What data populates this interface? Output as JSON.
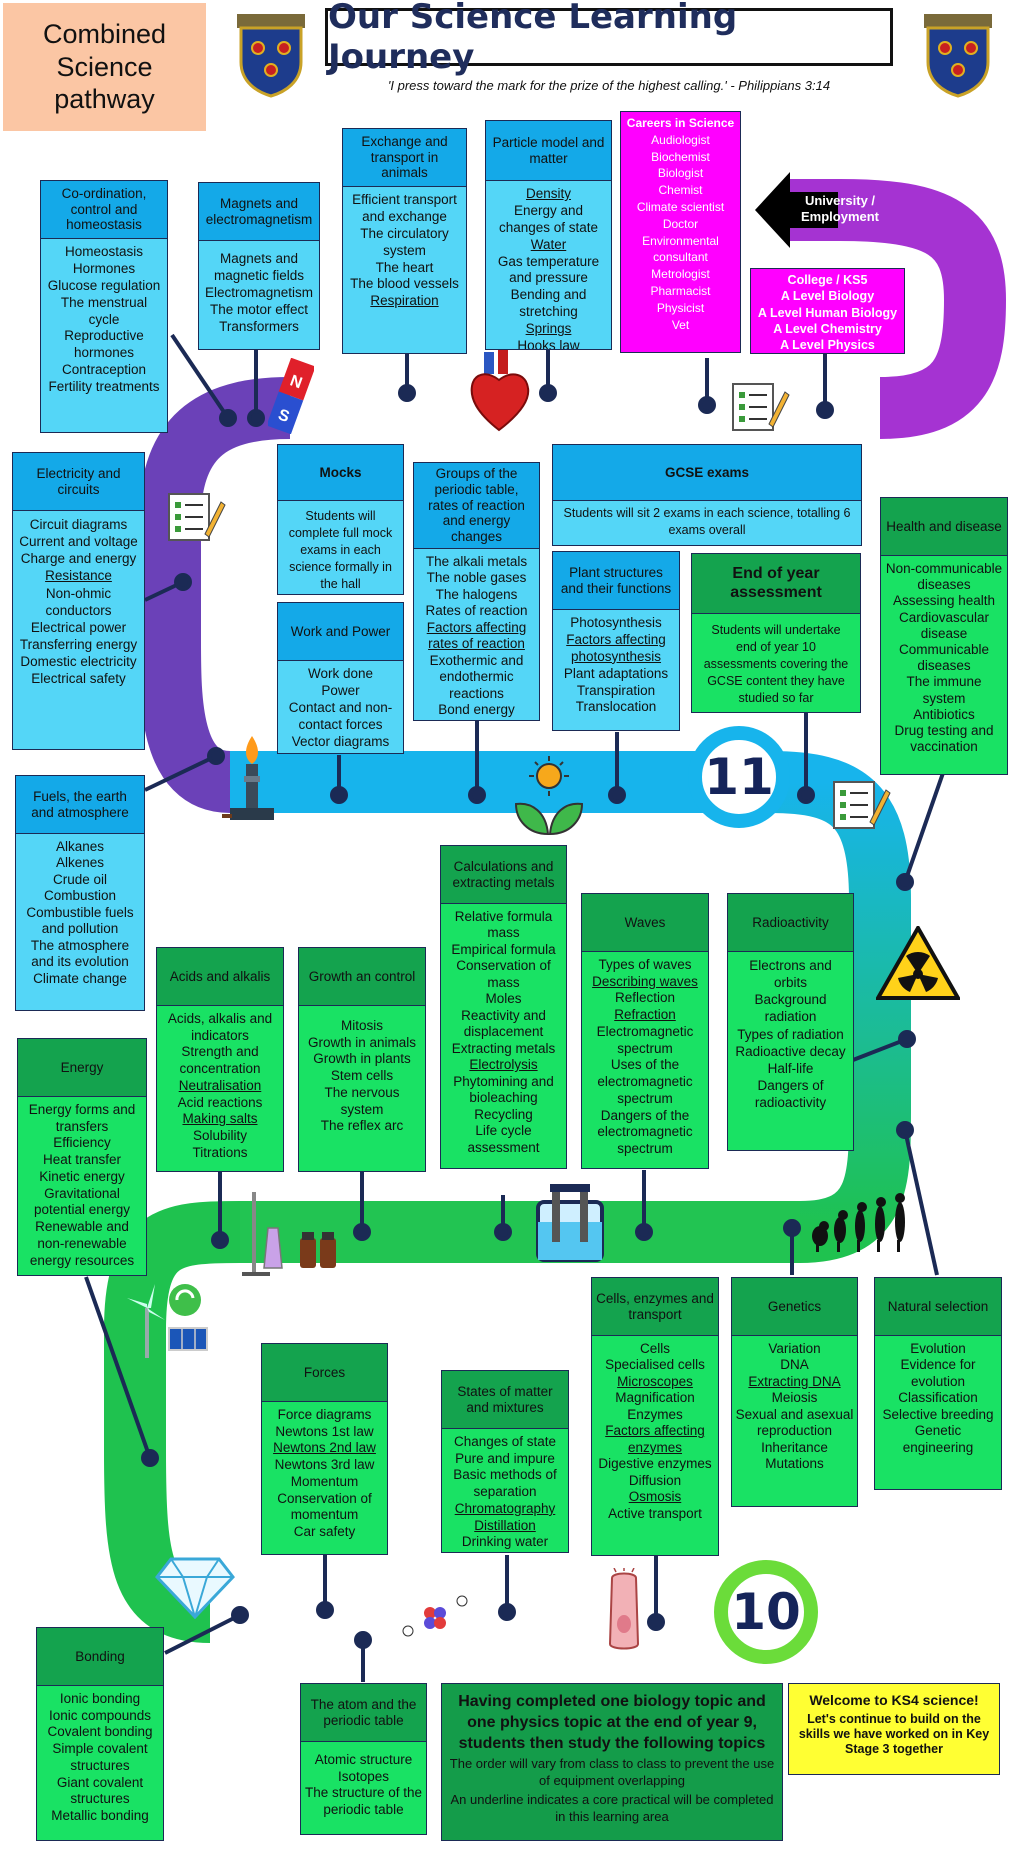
{
  "header": {
    "pathway": "Combined Science pathway",
    "title": "Our Science Learning Journey",
    "quote": "'I press toward the mark for the prize of the highest calling.' - Philippians 3:14"
  },
  "year_labels": {
    "y11": "11",
    "y10": "10"
  },
  "university": "University / Employment",
  "college": {
    "title": "College / KS5",
    "items": [
      "A Level Biology",
      "A Level Human Biology",
      "A Level Chemistry",
      "A Level Physics"
    ]
  },
  "careers": {
    "title": "Careers in Science",
    "items": [
      "Audiologist",
      "Biochemist",
      "Biologist",
      "Chemist",
      "Climate scientist",
      "Doctor",
      "Environmental consultant",
      "Metrologist",
      "Pharmacist",
      "Physicist",
      "Vet"
    ]
  },
  "topics": {
    "coord": {
      "title": "Co-ordination, control and homeostasis",
      "items": [
        "Homeostasis",
        "Hormones",
        "Glucose regulation",
        "The menstrual cycle",
        "Reproductive hormones",
        "Contraception",
        "Fertility treatments"
      ]
    },
    "magnets": {
      "title": "Magnets and electromagnetism",
      "items": [
        "Magnets and magnetic fields",
        "Electromagnetism",
        "The motor effect",
        "Transformers"
      ]
    },
    "exchange": {
      "title": "Exchange and transport in animals",
      "items": [
        "Efficient transport and exchange",
        "The circulatory system",
        "The heart",
        "The blood vessels",
        "Respiration"
      ]
    },
    "particle": {
      "title": "Particle model and matter",
      "items": [
        "Density",
        "Energy and changes of state",
        "Water",
        "Gas temperature and pressure",
        "Bending and stretching",
        "Springs",
        "Hooks law"
      ]
    },
    "electricity": {
      "title": "Electricity and circuits",
      "items": [
        "Circuit diagrams",
        "Current and voltage",
        "Charge and energy",
        "Resistance",
        "Non-ohmic conductors",
        "Electrical power",
        "Transferring energy",
        "Domestic electricity",
        "Electrical safety"
      ]
    },
    "mocks": {
      "title": "Mocks",
      "body": "Students will complete full mock exams in each science formally in the hall"
    },
    "work": {
      "title": "Work and Power",
      "items": [
        "Work done",
        "Power",
        "Contact and non-contact forces",
        "Vector diagrams"
      ]
    },
    "groups": {
      "title": "Groups of the periodic table, rates of reaction and energy changes",
      "items": [
        "The alkali metals",
        "The noble gases",
        "The halogens",
        "Rates of reaction",
        "Factors affecting rates of reaction",
        "Exothermic and endothermic reactions",
        "Bond energy"
      ]
    },
    "gcse": {
      "title": "GCSE exams",
      "body": "Students will sit 2 exams in each science, totalling 6 exams overall"
    },
    "plant": {
      "title": "Plant structures and their functions",
      "items": [
        "Photosynthesis",
        "Factors affecting photosynthesis",
        "Plant adaptations",
        "Transpiration",
        "Translocation"
      ]
    },
    "endyear": {
      "title": "End of year assessment",
      "body": "Students will undertake end of year 10 assessments covering the GCSE content they have studied so far"
    },
    "health": {
      "title": "Health and disease",
      "items": [
        "Non-communicable diseases",
        "Assessing health",
        "Cardiovascular disease",
        "Communicable diseases",
        "The immune system",
        "Antibiotics",
        "Drug testing and vaccination"
      ]
    },
    "fuels": {
      "title": "Fuels, the earth and atmosphere",
      "items": [
        "Alkanes",
        "Alkenes",
        "Crude oil",
        "Combustion",
        "Combustible fuels and pollution",
        "The atmosphere and its evolution",
        "Climate change"
      ]
    },
    "calc": {
      "title": "Calculations and extracting metals",
      "items": [
        "Relative formula mass",
        "Empirical formula",
        "Conservation of mass",
        "Moles",
        "Reactivity and displacement",
        "Extracting metals",
        "Electrolysis",
        "Phytomining and bioleaching",
        "Recycling",
        "Life cycle assessment"
      ]
    },
    "waves": {
      "title": "Waves",
      "items": [
        "Types of waves",
        "Describing waves",
        "Reflection",
        "Refraction",
        "Electromagnetic spectrum",
        "Uses of the electromagnetic spectrum",
        "Dangers of the electromagnetic spectrum"
      ]
    },
    "radio": {
      "title": "Radioactivity",
      "items": [
        "Electrons and orbits",
        "Background radiation",
        "Types of radiation",
        "Radioactive decay",
        "Half-life",
        "Dangers of radioactivity"
      ]
    },
    "acids": {
      "title": "Acids and alkalis",
      "items": [
        "Acids, alkalis and indicators",
        "Strength and concentration",
        "Neutralisation",
        "Acid reactions",
        "Making salts",
        "Solubility",
        "Titrations"
      ]
    },
    "growth": {
      "title": "Growth an control",
      "items": [
        "Mitosis",
        "Growth in animals",
        "Growth in plants",
        "Stem cells",
        "The nervous system",
        "The reflex arc"
      ]
    },
    "energy": {
      "title": "Energy",
      "items": [
        "Energy forms and transfers",
        "Efficiency",
        "Heat transfer",
        "Kinetic energy",
        "Gravitational potential energy",
        "Renewable and non-renewable energy resources"
      ]
    },
    "forces": {
      "title": "Forces",
      "items": [
        "Force diagrams",
        "Newtons 1st law",
        "Newtons 2nd law",
        "Newtons 3rd law",
        "Momentum",
        "Conservation of momentum",
        "Car safety"
      ]
    },
    "states": {
      "title": "States of matter and mixtures",
      "items": [
        "Changes of state",
        "Pure and impure",
        "Basic methods of separation",
        "Chromatography",
        "Distillation",
        "Drinking water"
      ]
    },
    "cells": {
      "title": "Cells, enzymes and transport",
      "items": [
        "Cells",
        "Specialised cells",
        "Microscopes",
        "Magnification",
        "Enzymes",
        "Factors affecting enzymes",
        "Digestive enzymes",
        "Diffusion",
        "Osmosis",
        "Active transport"
      ]
    },
    "genetics": {
      "title": "Genetics",
      "items": [
        "Variation",
        "DNA",
        "Extracting DNA",
        "Meiosis",
        "Sexual and asexual reproduction",
        "Inheritance",
        "Mutations"
      ]
    },
    "natural": {
      "title": "Natural selection",
      "items": [
        "Evolution",
        "Evidence for evolution",
        "Classification",
        "Selective breeding",
        "Genetic engineering"
      ]
    },
    "bonding": {
      "title": "Bonding",
      "items": [
        "Ionic bonding",
        "Ionic compounds",
        "Covalent bonding",
        "Simple covalent structures",
        "Giant covalent structures",
        "Metallic bonding"
      ]
    },
    "atom": {
      "title": "The atom and the periodic table",
      "items": [
        "Atomic structure",
        "Isotopes",
        "The structure of the periodic table"
      ]
    }
  },
  "info": {
    "headline": "Having completed one biology topic and one physics topic at the end of year 9, students then study the following topics",
    "line1": "The order will vary from class to class to prevent the use of equipment overlapping",
    "line2": "An underline indicates a core practical will be completed in this learning area"
  },
  "welcome": {
    "title": "Welcome to KS4 science!",
    "text": "Let's continue to build on the skills we have worked on in Key Stage 3 together"
  },
  "colors": {
    "year10_road": "#1fc24f",
    "year11_road": "#17b4ec",
    "top_road": "#7a33b8",
    "magenta": "#ff00ff",
    "yellow": "#ffff33"
  }
}
